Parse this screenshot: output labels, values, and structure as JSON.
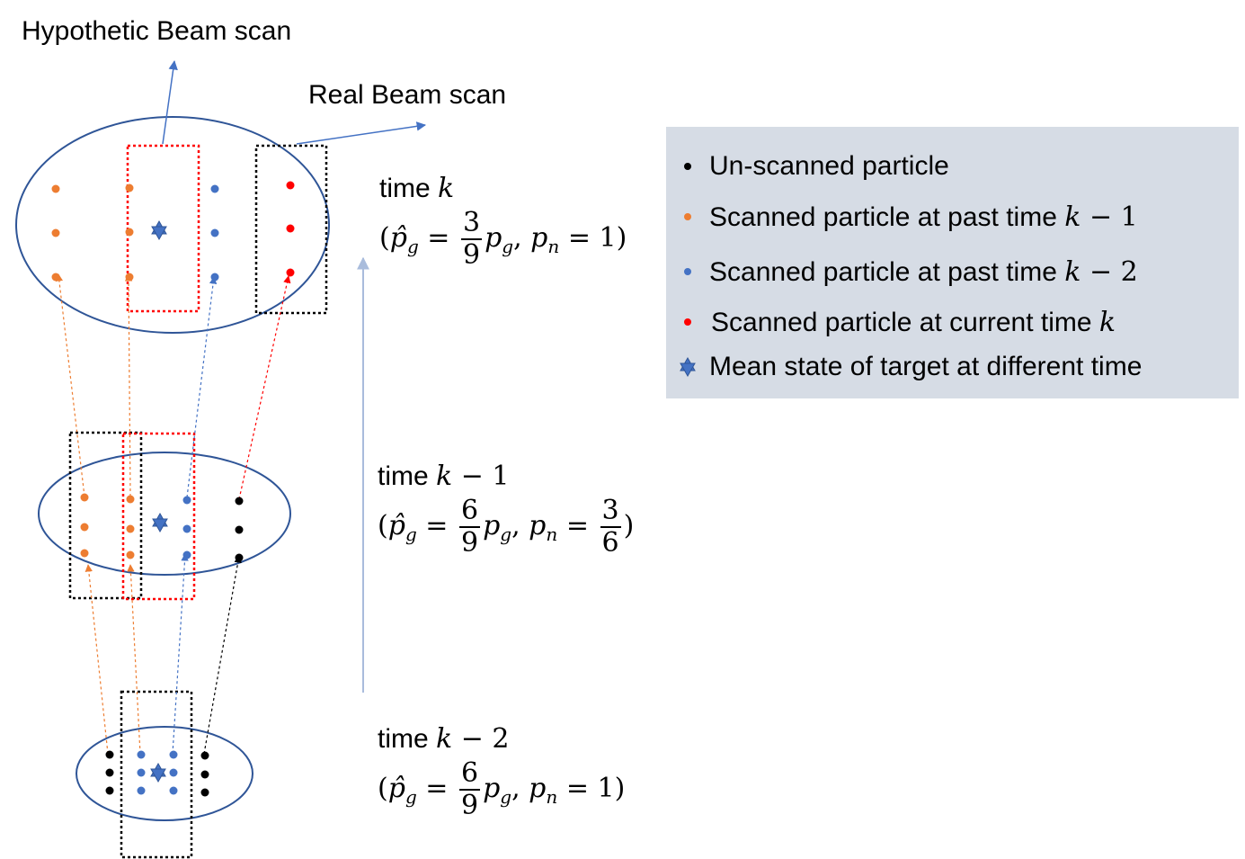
{
  "labels": {
    "hypothetic": "Hypothetic Beam scan",
    "real": "Real Beam scan"
  },
  "times": {
    "k": {
      "prefix": "time ",
      "var": "k",
      "suffix": "",
      "ghat": "3",
      "gden": "9",
      "pn_num": "1",
      "pn_den": ""
    },
    "k1": {
      "prefix": "time ",
      "var": "k",
      "suffix": " − 1",
      "ghat": "6",
      "gden": "9",
      "pn_num": "3",
      "pn_den": "6"
    },
    "k2": {
      "prefix": "time ",
      "var": "k",
      "suffix": " − 2",
      "ghat": "6",
      "gden": "9",
      "pn_num": "1",
      "pn_den": ""
    }
  },
  "legend": {
    "items": [
      {
        "text": "Un-scanned particle",
        "var": "",
        "suffix": "",
        "marker": "dot",
        "color": "#000000"
      },
      {
        "text": "Scanned particle at past time ",
        "var": "k",
        "suffix": " − 1",
        "marker": "dot",
        "color": "#ed7d31"
      },
      {
        "text": "Scanned particle at past time ",
        "var": "k",
        "suffix": " − 2",
        "marker": "dot",
        "color": "#4472c4"
      },
      {
        "text": "Scanned particle at current time ",
        "var": "k",
        "suffix": "",
        "marker": "dot",
        "color": "#ff0000"
      },
      {
        "text": "Mean state of target at different time",
        "var": "",
        "suffix": "",
        "marker": "star-icon",
        "color": "#4472c4"
      }
    ]
  },
  "colors": {
    "unscanned": "#000000",
    "past1": "#ed7d31",
    "past2": "#4472c4",
    "current": "#ff0000",
    "ellipse": "#2f5597",
    "legend_bg": "#d6dce5"
  }
}
